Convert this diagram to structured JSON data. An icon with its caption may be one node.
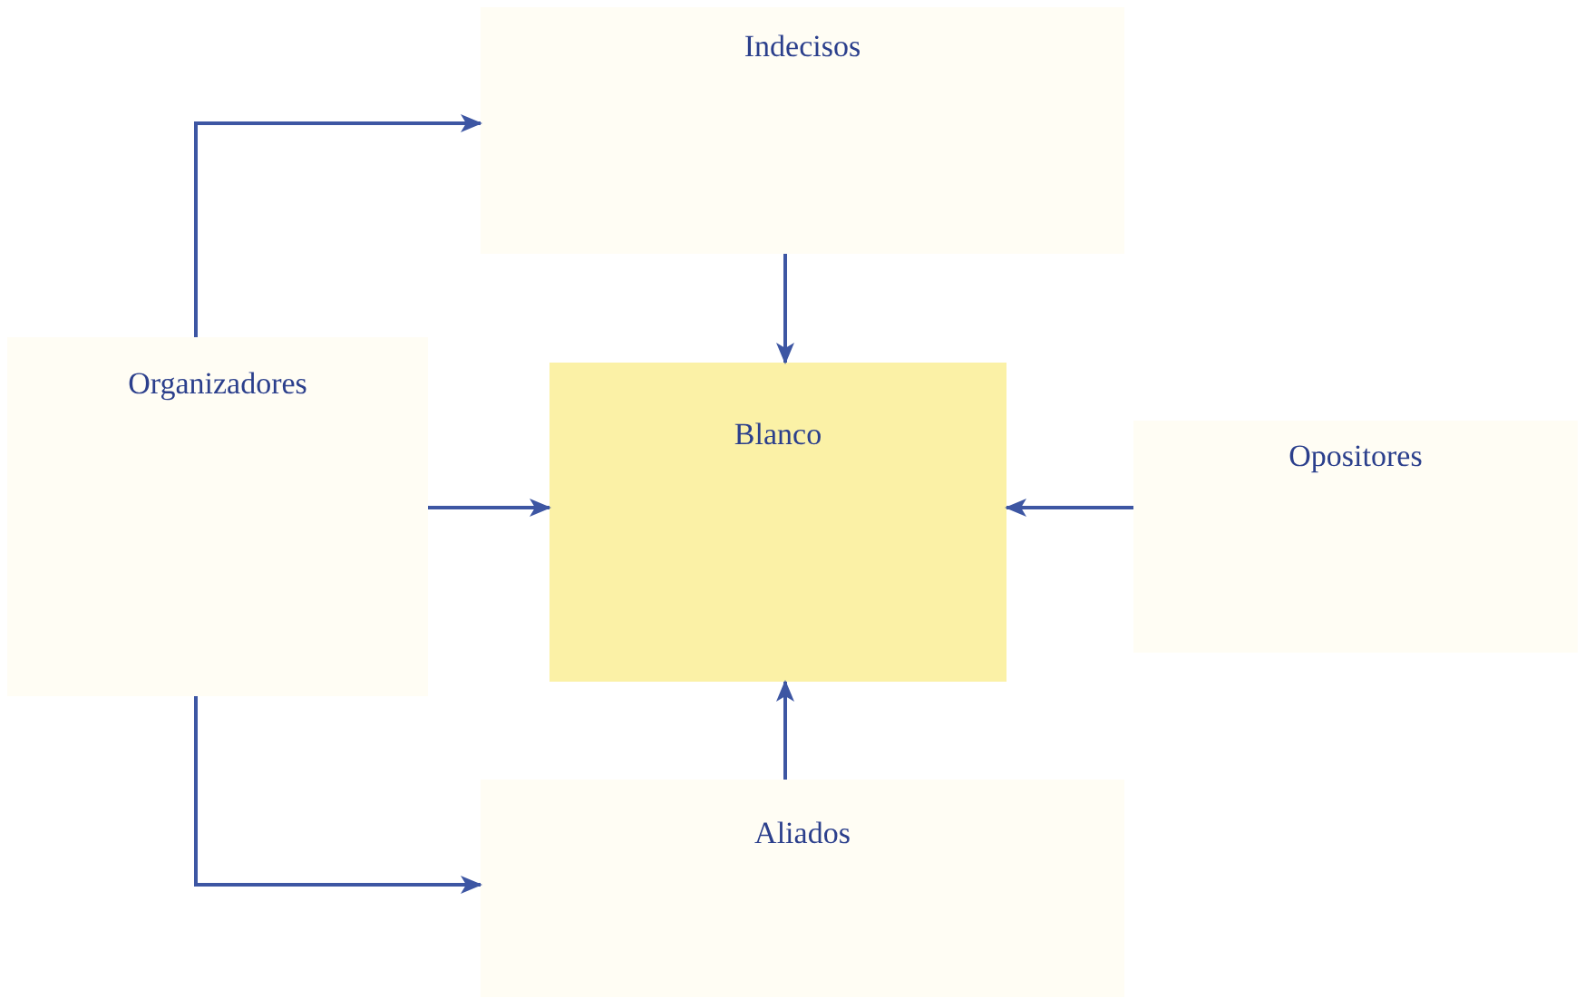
{
  "diagram": {
    "nodes": [
      {
        "text": [
          "Indecisos"
        ]
      },
      {
        "text": [
          "Organizadores"
        ]
      },
      {
        "text": [
          "Blanco"
        ]
      },
      {
        "text": [
          "Opositores"
        ]
      },
      {
        "text": [
          "Aliados"
        ]
      }
    ],
    "edges": [
      {
        "from": 0,
        "to": 2,
        "arrow": "to"
      },
      {
        "from": 3,
        "to": 2,
        "arrow": "to"
      },
      {
        "from": 4,
        "to": 2,
        "arrow": "to"
      },
      {
        "from": 1,
        "to": 2,
        "arrow": "to"
      },
      {
        "from": 1,
        "to": 0,
        "arrow": "to"
      },
      {
        "from": 1,
        "to": 4,
        "arrow": "to"
      }
    ]
  }
}
